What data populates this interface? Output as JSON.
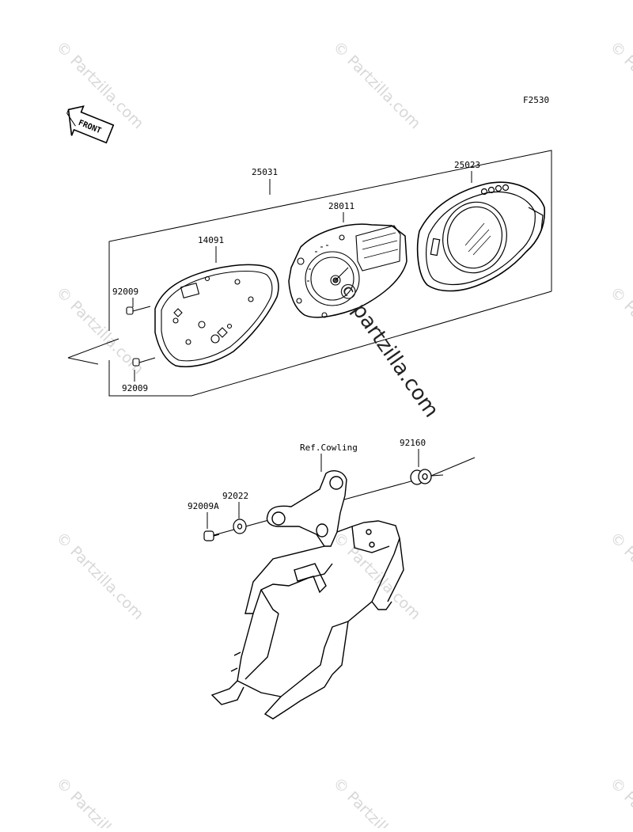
{
  "diagram_code": "F2530",
  "front_label": "FRONT",
  "callouts": {
    "assembly_meter": "25031",
    "meter_cover": "25023",
    "meter_unit": "28011",
    "meter_case": "14091",
    "screw_upper": "92009",
    "screw_lower": "92009",
    "ref_cowling": "Ref.Cowling",
    "grommet": "92160",
    "washer": "92022",
    "screw_bracket": "92009A"
  },
  "watermark": {
    "text": "© Partzilla.com",
    "center_text": "© partzilla.com"
  }
}
